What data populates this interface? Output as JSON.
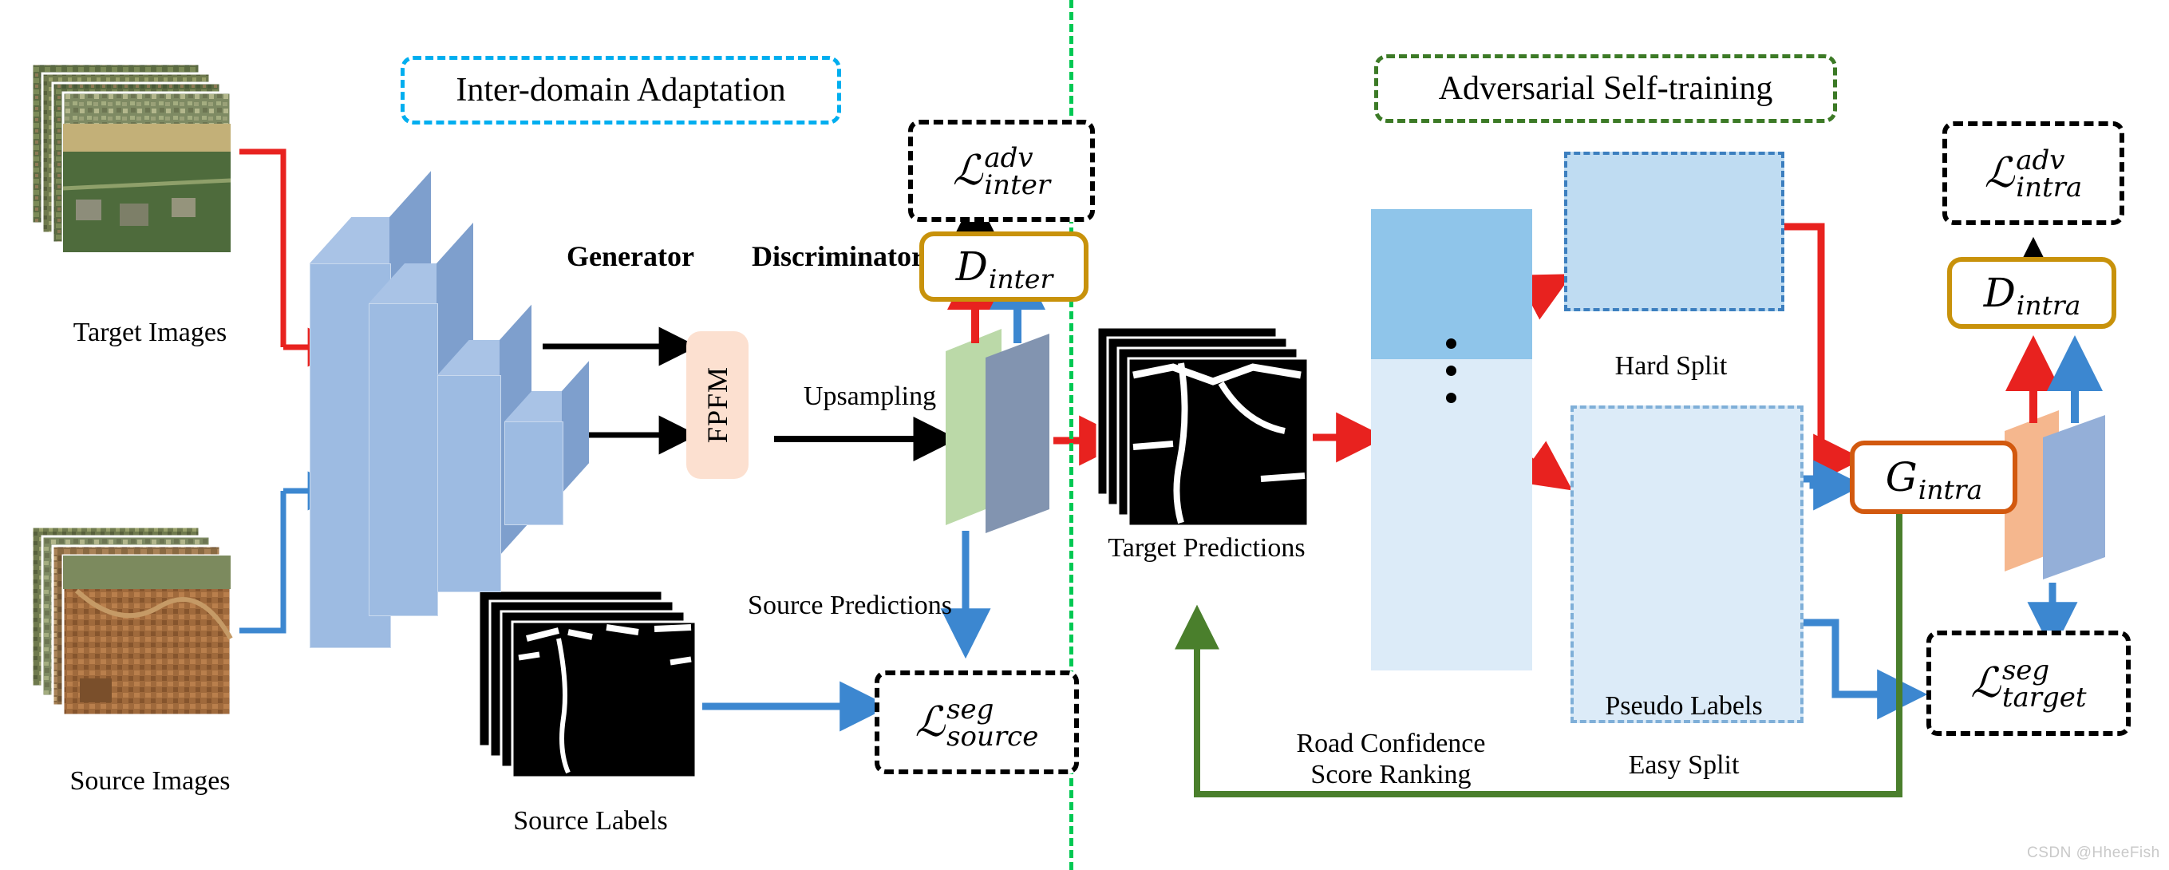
{
  "sections": {
    "left_title": "Inter-domain Adaptation",
    "right_title": "Adversarial Self-training",
    "left_title_color": "#00AEEF",
    "right_title_color": "#3C7A26"
  },
  "left_pipeline": {
    "target_images_label": "Target Images",
    "source_images_label": "Source Images",
    "source_labels_label": "Source Labels",
    "generator_label": "Generator",
    "discriminator_label": "Discriminator",
    "fpfm_label": "FPFM",
    "upsampling_label": "Upsampling",
    "source_predictions_label": "Source Predictions",
    "discriminator_inter": {
      "symbol": "D",
      "sub": "inter"
    },
    "loss_inter_adv": {
      "symbol": "ℒ",
      "sup": "adv",
      "sub": "inter"
    },
    "loss_source_seg": {
      "symbol": "ℒ",
      "sup": "seg",
      "sub": "source"
    }
  },
  "right_pipeline": {
    "target_predictions_label": "Target Predictions",
    "ranking_label_line1": "Road Confidence",
    "ranking_label_line2": "Score Ranking",
    "hard_split_label": "Hard Split",
    "easy_split_label": "Easy Split",
    "pseudo_labels_label": "Pseudo Labels",
    "generator_intra": {
      "symbol": "G",
      "sub": "intra"
    },
    "discriminator_intra": {
      "symbol": "D",
      "sub": "intra"
    },
    "loss_intra_adv": {
      "symbol": "ℒ",
      "sup": "adv",
      "sub": "intra"
    },
    "loss_target_seg": {
      "symbol": "ℒ",
      "sup": "seg",
      "sub": "target"
    }
  },
  "colors": {
    "target_flow": "#E8221F",
    "source_flow": "#3C87D0",
    "feedback_flow": "#4A7F2C",
    "divider": "#00C853",
    "discriminator_border": "#C8920B",
    "generator_border": "#D2590F",
    "fpfm_fill": "#FCE0D0",
    "hard_panel": "#BFDCF2",
    "easy_panel": "#DCEBF8",
    "generator_block": "#9DBBE2",
    "pred_green": "#BBD9A8",
    "pred_blue": "#8294B0",
    "out_orange": "#F5B78E",
    "out_blue": "#94AFD8"
  },
  "watermark": "CSDN @HheeFish"
}
